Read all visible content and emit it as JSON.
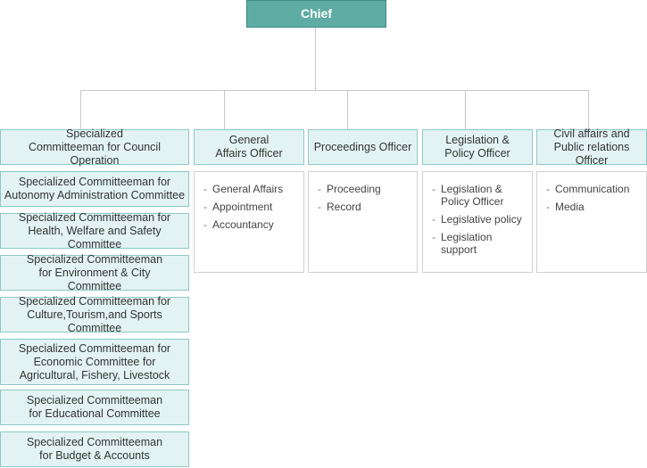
{
  "chief": "Chief",
  "heads": [
    "Specialized Committeeman for Council Operation",
    "General Affairs Officer",
    "Proceedings Officer",
    "Legislation & Policy Officer",
    "Civil affairs and Public relations Officer"
  ],
  "committees": [
    "Specialized Committeeman for Autonomy Administration Committee",
    "Specialized Committeeman for Health, Welfare and Safety Committee",
    "Specialized Committeeman for Environment & City Committee",
    "Specialized Committeeman for Culture,Tourism,and Sports Committee",
    "Specialized Committeeman for Economic Committee for Agricultural, Fishery, Livestock",
    "Specialized Committeeman for Educational Committee",
    "Specialized Committeeman for Budget & Accounts"
  ],
  "duties": {
    "general_affairs": [
      "General Affairs",
      "Appointment",
      "Accountancy"
    ],
    "proceedings": [
      "Proceeding",
      "Record"
    ],
    "legislation": [
      "Legislation & Policy Officer",
      "Legislative policy",
      "Legislation support"
    ],
    "civil_affairs": [
      "Communication",
      "Media"
    ]
  }
}
